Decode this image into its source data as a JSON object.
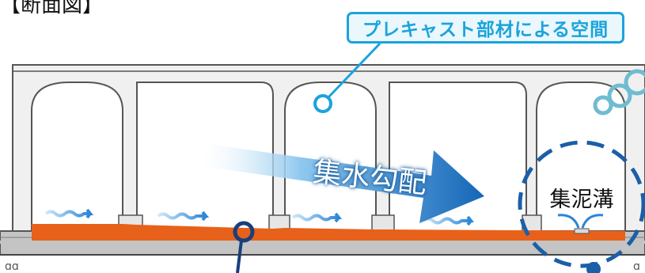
{
  "title_fragment": "【断面図】",
  "callout": {
    "label": "プレキャスト部材による空間"
  },
  "flow": {
    "label": "集水勾配"
  },
  "pit": {
    "label": "集泥溝"
  },
  "colors": {
    "accent": "#1ba3dc",
    "structure_fill": "#f2f2f2",
    "structure_line": "#555555",
    "sediment": "#e8611a",
    "pit_circle": "#1a5fa8",
    "flow_arrow": "#2a7fd4",
    "base": "#bfbfbf"
  }
}
